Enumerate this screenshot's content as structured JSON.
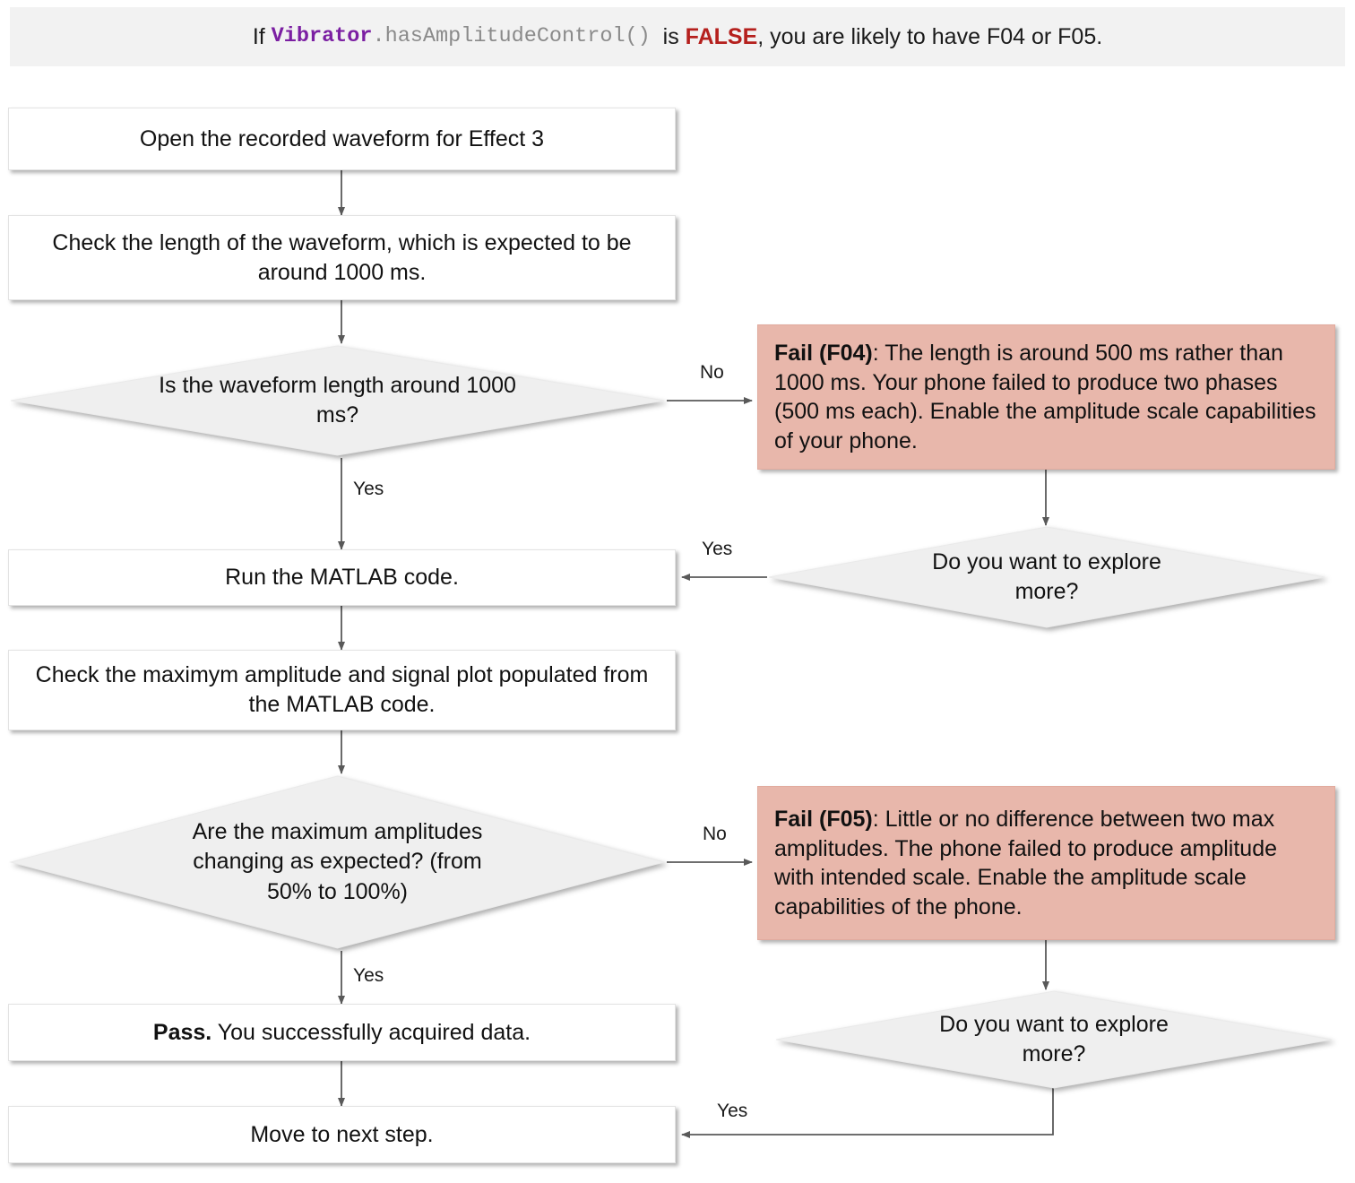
{
  "banner": {
    "prefix": "If ",
    "class_name": "Vibrator",
    "method": ".hasAmplitudeControl()",
    "middle": "  is ",
    "false_token": "FALSE",
    "suffix": ", you are likely to have F04 or F05."
  },
  "nodes": {
    "open_waveform": "Open the recorded waveform for Effect 3",
    "check_length": "Check the length of the waveform, which is expected to be around 1000 ms.",
    "decide_length": "Is the waveform length around 1000 ms?",
    "fail_f04_bold": "Fail (F04)",
    "fail_f04_text": ": The length is around 500 ms rather than 1000 ms. Your phone failed to produce two phases (500 ms each). Enable the amplitude scale capabilities of your phone.",
    "explore_more_1": "Do you want to explore more?",
    "run_matlab": "Run the MATLAB code.",
    "check_amplitude": "Check the maximym amplitude and signal plot populated from the MATLAB code.",
    "decide_amplitude": "Are the maximum amplitudes changing as expected? (from 50% to 100%)",
    "fail_f05_bold": "Fail (F05)",
    "fail_f05_text": ": Little or no difference between two max amplitudes. The phone failed to produce amplitude with intended scale. Enable the amplitude scale capabilities of the phone.",
    "explore_more_2": "Do you want to explore more?",
    "pass_bold": "Pass.",
    "pass_text": " You successfully acquired data.",
    "move_next": "Move to next step."
  },
  "edge_labels": {
    "no_1": "No",
    "yes_1": "Yes",
    "yes_explore_1": "Yes",
    "no_2": "No",
    "yes_2": "Yes",
    "yes_explore_2": "Yes"
  },
  "colors": {
    "banner_bg": "#f2f2f2",
    "class_purple": "#7b1fa2",
    "method_gray": "#8a8a8a",
    "false_red": "#b5201d",
    "fail_bg": "#e8b7ab",
    "diamond_fill": "#f1f1f1",
    "box_fill": "#ffffff",
    "connector": "#595959"
  }
}
